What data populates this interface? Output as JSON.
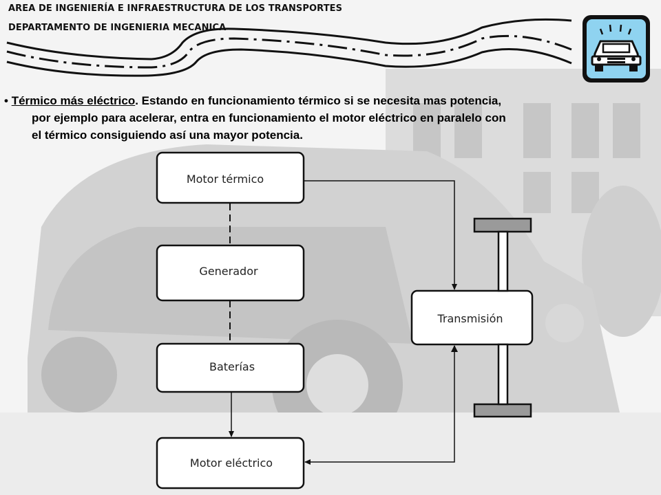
{
  "header": {
    "line1": "AREA DE INGENIERÍA E INFRAESTRUCTURA DE LOS TRANSPORTES",
    "line2": "DEPARTAMENTO DE INGENIERIA MECANICA"
  },
  "text": {
    "bullet": "•",
    "title": "Térmico más eléctrico",
    "rest_line1": ". Estando en funcionamiento térmico si se necesita mas potencia,",
    "line2": "por ejemplo para acelerar, entra en funcionamiento el motor eléctrico en paralelo con",
    "line3": "el térmico consiguiendo así una mayor potencia."
  },
  "diagram": {
    "boxes": {
      "motor_termico": "Motor térmico",
      "generador": "Generador",
      "baterias": "Baterías",
      "motor_electrico": "Motor eléctrico",
      "transmision": "Transmisión"
    }
  },
  "icons": {
    "logo": "car-front-icon",
    "road": "road-line-decoration"
  },
  "colors": {
    "icon_background": "#8fd3f0",
    "text": "#000000",
    "box_stroke": "#111111"
  }
}
